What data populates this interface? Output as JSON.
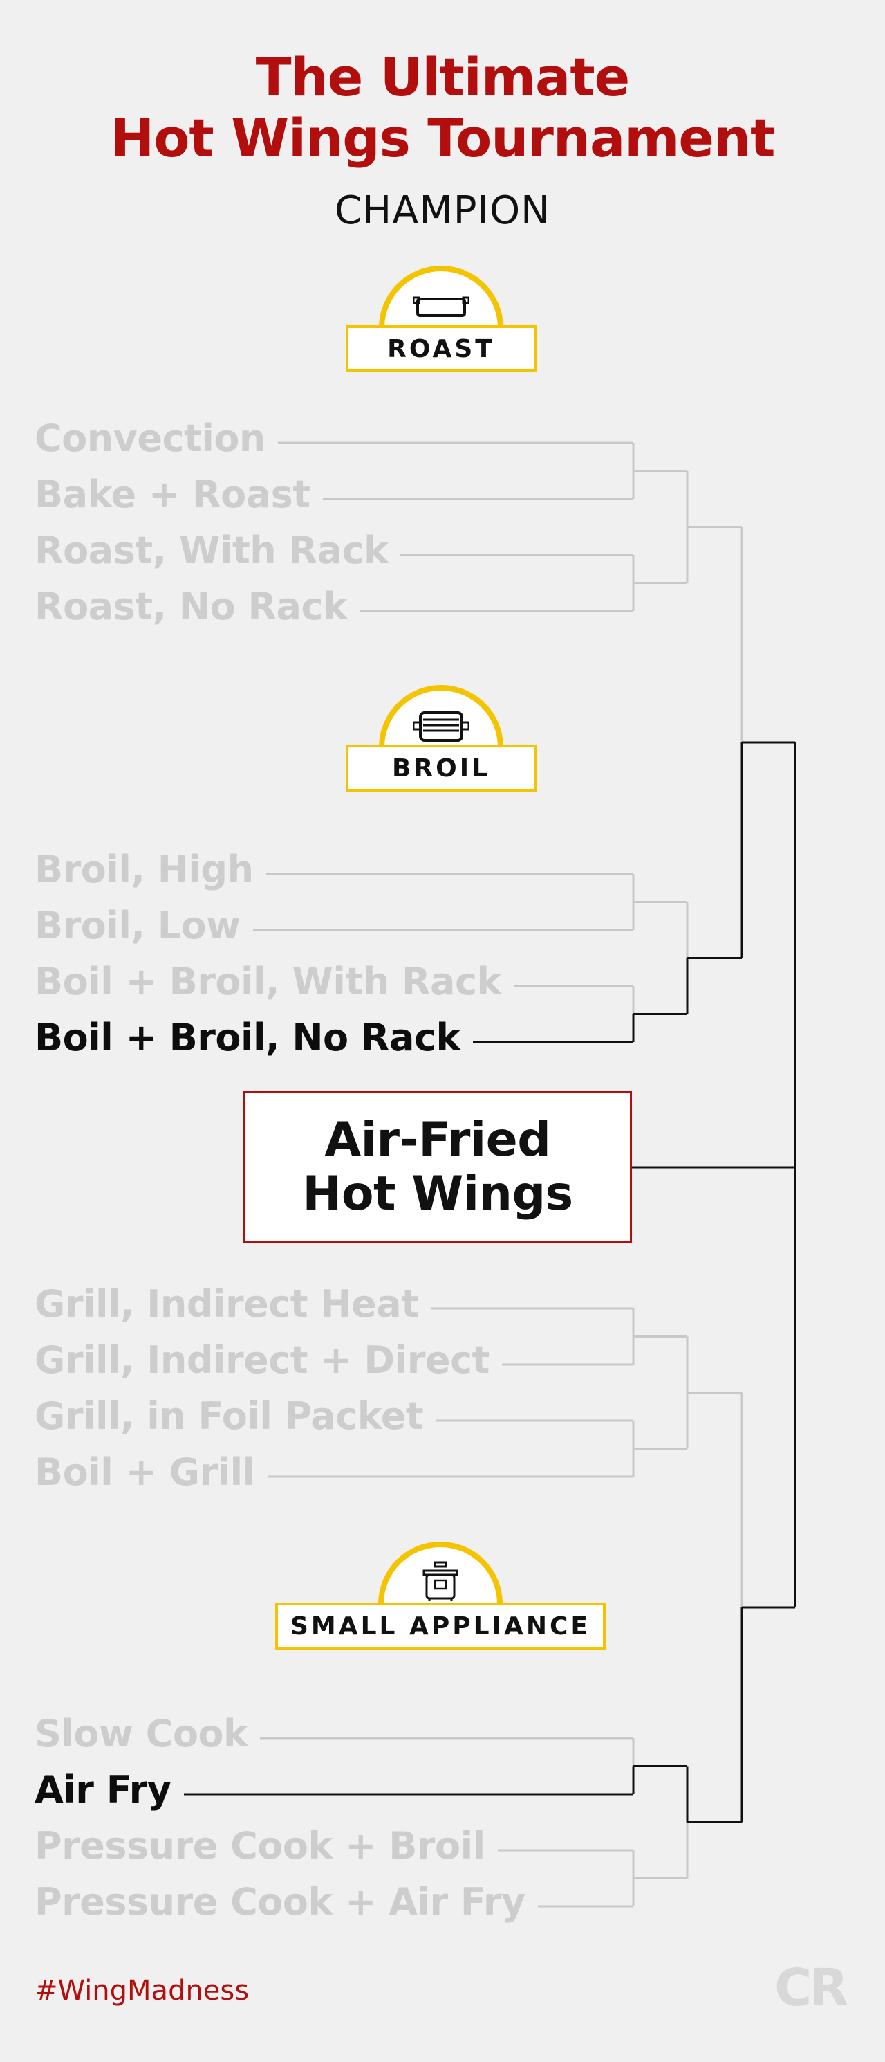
{
  "header": {
    "title_line1": "The Ultimate",
    "title_line2": "Hot Wings Tournament",
    "subtitle": "CHAMPION"
  },
  "categories": {
    "roast": {
      "label": "ROAST",
      "icon": "roasting-pan-icon"
    },
    "broil": {
      "label": "BROIL",
      "icon": "broiler-pan-icon"
    },
    "small_appliance": {
      "label": "SMALL APPLIANCE",
      "icon": "pressure-cooker-icon"
    }
  },
  "entries": [
    {
      "label": "Convection",
      "advanced": false
    },
    {
      "label": "Bake + Roast",
      "advanced": false
    },
    {
      "label": "Roast, With Rack",
      "advanced": false
    },
    {
      "label": "Roast, No Rack",
      "advanced": false
    },
    {
      "label": "Broil, High",
      "advanced": false
    },
    {
      "label": "Broil, Low",
      "advanced": false
    },
    {
      "label": "Boil + Broil, With Rack",
      "advanced": false
    },
    {
      "label": "Boil + Broil, No Rack",
      "advanced": true
    },
    {
      "label": "Grill, Indirect Heat",
      "advanced": false
    },
    {
      "label": "Grill, Indirect + Direct",
      "advanced": false
    },
    {
      "label": "Grill, in Foil Packet",
      "advanced": false
    },
    {
      "label": "Boil + Grill",
      "advanced": false
    },
    {
      "label": "Slow Cook",
      "advanced": false
    },
    {
      "label": "Air Fry",
      "advanced": true
    },
    {
      "label": "Pressure Cook + Broil",
      "advanced": false
    },
    {
      "label": "Pressure Cook + Air Fry",
      "advanced": false
    }
  ],
  "champion": {
    "line1": "Air-Fried",
    "line2": "Hot Wings"
  },
  "footer": {
    "hashtag": "#WingMadness",
    "logo": "CR"
  },
  "colors": {
    "brand_red": "#b20e0e",
    "category_yellow": "#f5c400",
    "winner_line": "#111111",
    "eliminated_line": "#c8c8c8",
    "eliminated_text": "#cdcdcd"
  }
}
